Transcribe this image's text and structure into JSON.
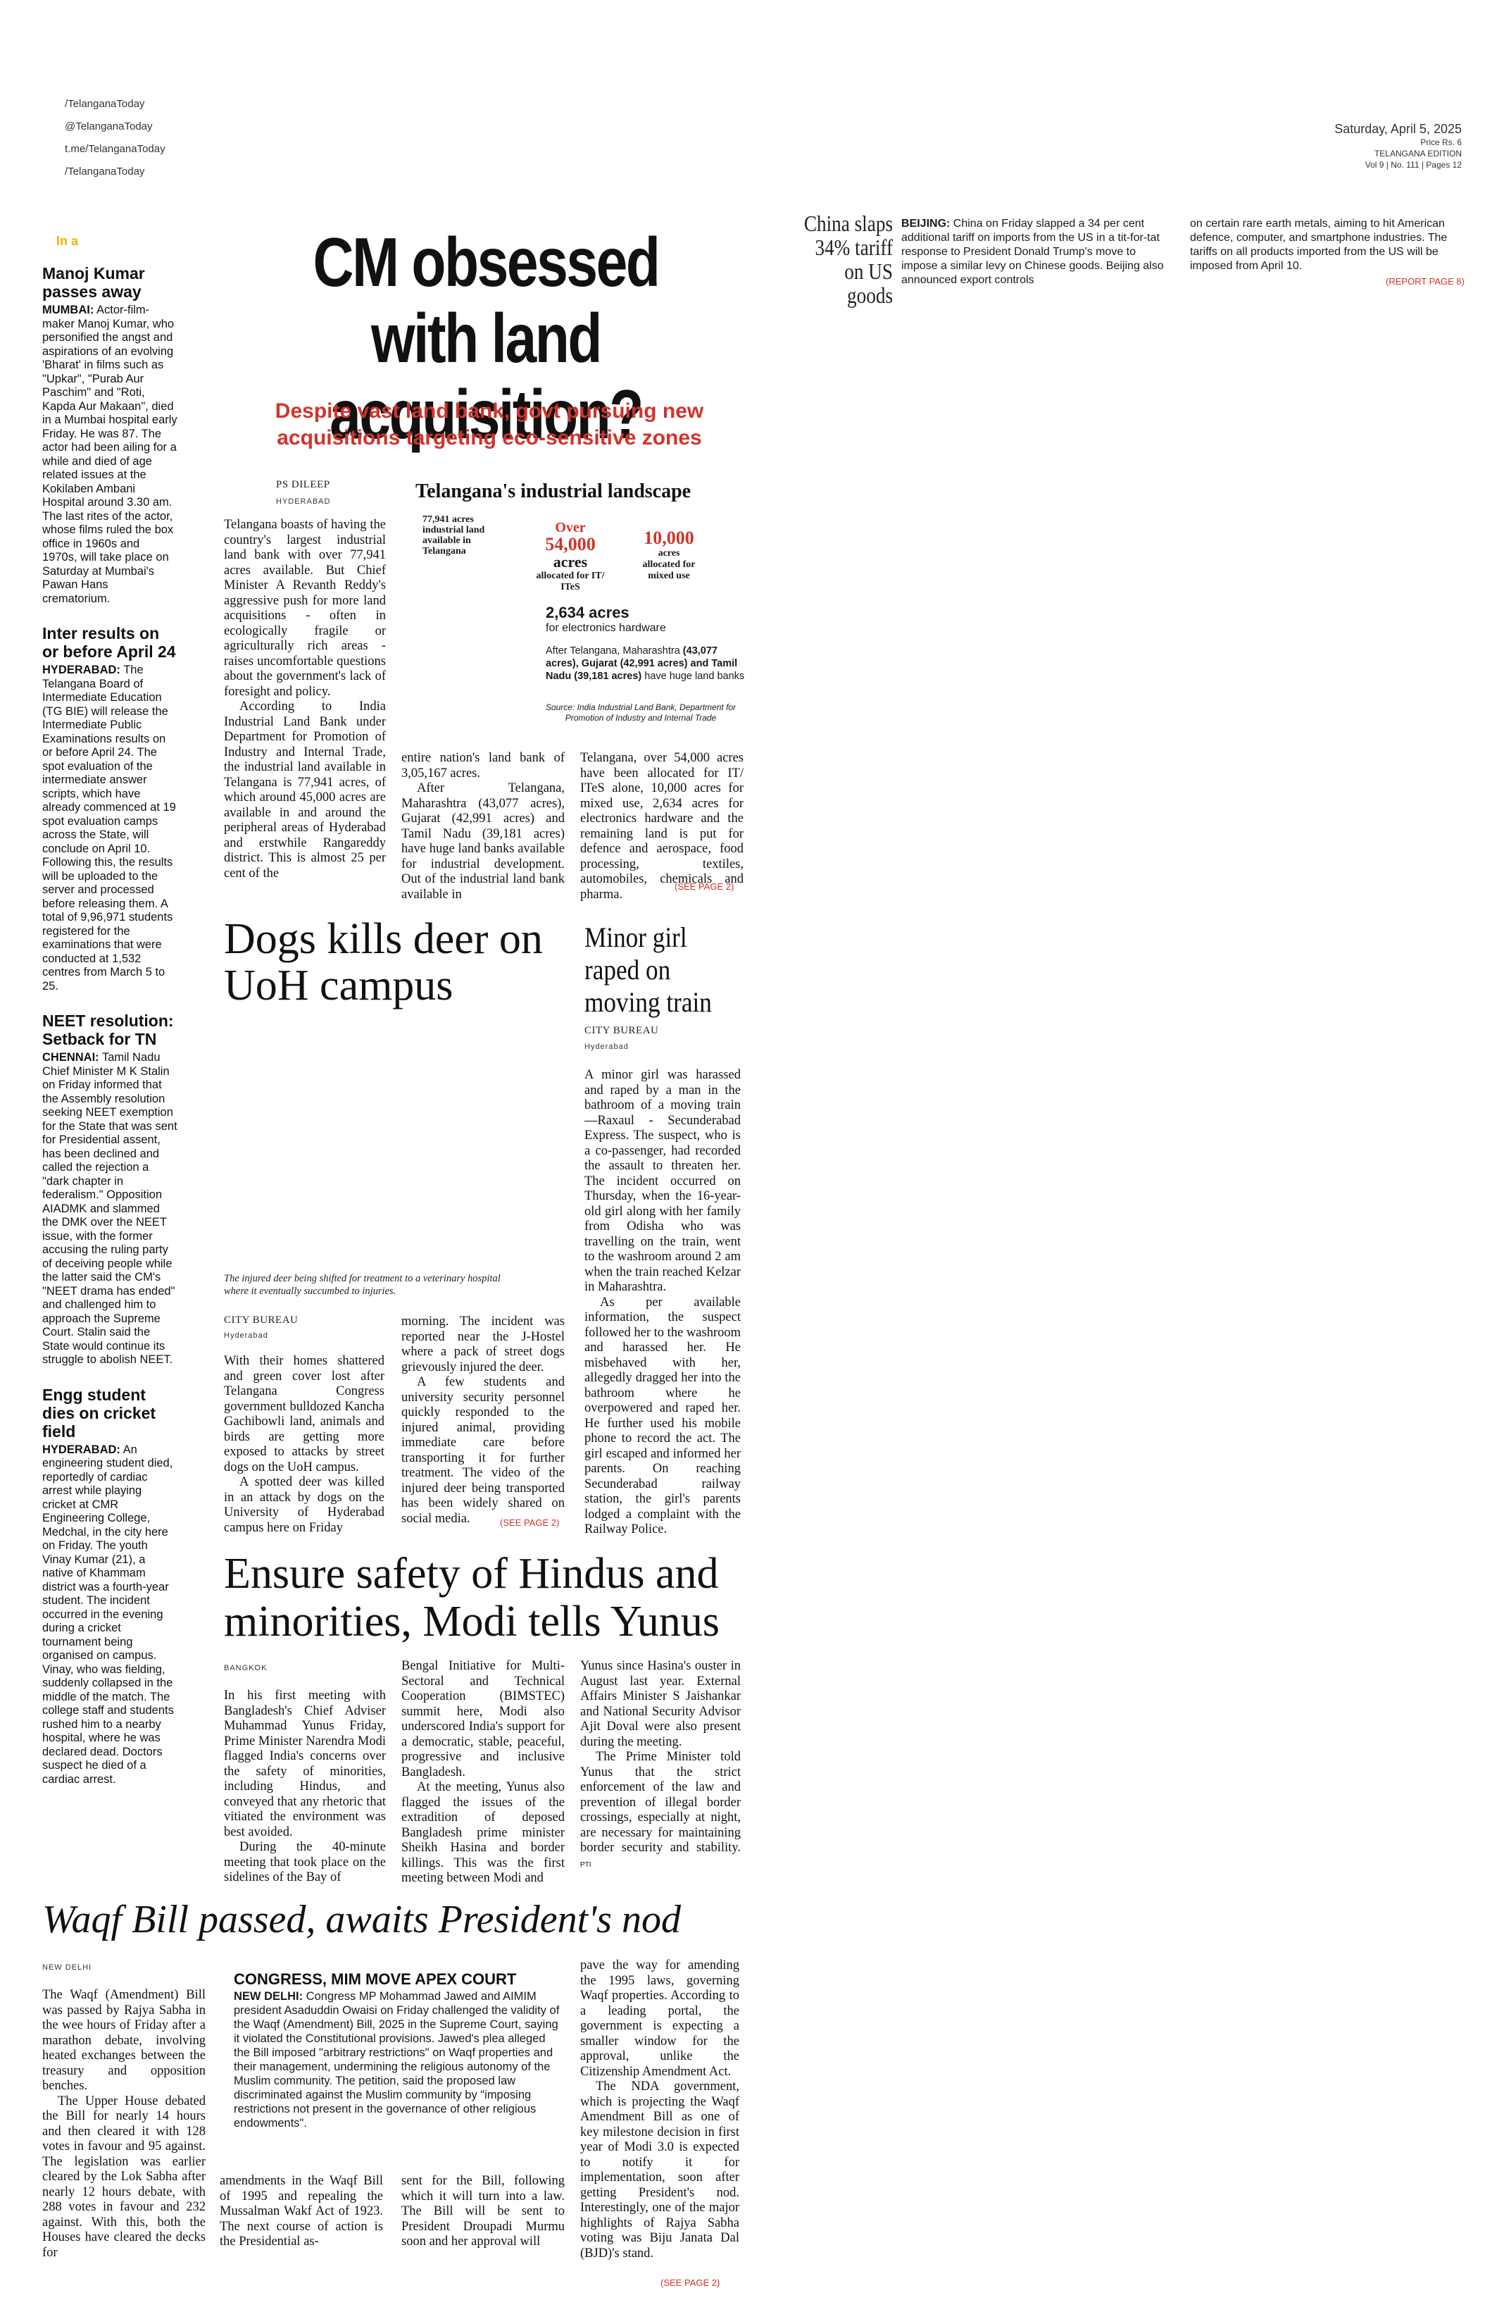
{
  "masthead": {
    "social": [
      "/TelanganaToday",
      "@TelanganaToday",
      "t.me/TelanganaToday",
      "/TelanganaToday"
    ],
    "date": "Saturday, April 5, 2025",
    "price": "Price Rs. 6",
    "edition": "TELANGANA EDITION",
    "vol": "Vol 9 | No. 111 | Pages 12"
  },
  "china": {
    "headline": "China slaps 34% tariff on US goods",
    "col1_lead": "BEIJING:",
    "col1": "China on Friday slapped a 34 per cent additional tariff on imports from the US in a tit-for-tat response to President Donald Trump's move to impose a similar levy on Chinese goods. Beijing also announced export controls",
    "col2": "on certain rare earth metals, aiming to hit American defence, computer, and smartphone industries. The tariffs on all products imported from the US will be imposed from April 10.",
    "see": "(REPORT PAGE 8)"
  },
  "inbrief": {
    "tag": "In a",
    "items": [
      {
        "title": "Manoj Kumar passes away",
        "lead": "MUMBAI:",
        "body": "Actor-film-maker Manoj Kumar, who personified the angst and aspirations of an evolving 'Bharat' in films such as \"Upkar\", \"Purab Aur Paschim\" and \"Roti, Kapda Aur Makaan\", died in a Mumbai hospital early Friday. He was 87. The actor had been ailing for a while and died of age related issues at the Kokilaben Ambani Hospital around 3.30 am. The last rites of the actor, whose films ruled the box office in 1960s and 1970s, will take place on Saturday at Mumbai's Pawan Hans crematorium."
      },
      {
        "title": "Inter results on or before April 24",
        "lead": "HYDERABAD:",
        "body": "The Telangana Board of Intermediate Education (TG BIE) will release the Intermediate Public Examinations results on or before April 24. The spot evaluation of the intermediate answer scripts, which have already commenced at 19 spot evaluation camps across the State, will conclude on April 10. Following this, the results will be uploaded to the server and processed before releasing them. A total of 9,96,971 students registered for the examinations that were conducted at 1,532 centres from March 5 to 25."
      },
      {
        "title": "NEET resolution: Setback for TN",
        "lead": "CHENNAI:",
        "body": "Tamil Nadu Chief Minister M K Stalin on Friday informed that the Assembly resolution seeking NEET exemption for the State that was sent for Presidential assent, has been declined and called the rejection a \"dark chapter in federalism.\" Opposition AIADMK and slammed the DMK over the NEET issue, with the former accusing the ruling party of deceiving people while the latter said the CM's \"NEET drama has ended\" and challenged him to approach the Supreme Court. Stalin said the State would continue its struggle to abolish NEET."
      },
      {
        "title": "Engg student dies on cricket field",
        "lead": "HYDERABAD:",
        "body": "An engineering student died, reportedly of cardiac arrest while playing cricket at CMR Engineering College, Medchal, in the city here on Friday. The youth Vinay Kumar (21), a native of Khammam district was a fourth-year student. The incident occurred in the evening during a cricket tournament being organised on campus. Vinay, who was fielding, suddenly collapsed in the middle of the match. The college staff and students rushed him to a nearby hospital, where he was declared dead. Doctors suspect he died of a cardiac arrest."
      }
    ]
  },
  "lead": {
    "headline": "CM obsessed with land acquisition?",
    "deck": "Despite vast land bank, govt pursuing new acquisitions targeting eco-sensitive zones",
    "byline": "PS DILEEP",
    "dateline": "HYDERABAD",
    "col1": [
      "Telangana boasts of having the country's largest industrial land bank with over 77,941 acres available. But Chief Minister A Revanth Reddy's aggressive push for more land acquisitions - often in ecologically fragile or agriculturally rich areas - raises uncomfortable questions about the government's lack of foresight and policy.",
      "According to India Industrial Land Bank under Department for Promotion of Industry and Internal Trade, the industrial land available in Telangana is 77,941 acres, of which around 45,000 acres are available in and around the peripheral areas of Hyderabad and erstwhile Rangareddy district. This is almost 25 per cent of the"
    ],
    "col2": [
      "entire nation's land bank of 3,05,167 acres.",
      "After Telangana, Maharashtra (43,077 acres), Gujarat (42,991 acres) and Tamil Nadu (39,181 acres) have huge land banks available for industrial development. Out of the industrial land bank available in"
    ],
    "col3": [
      "Telangana, over 54,000 acres have been allocated for IT/ ITeS alone, 10,000 acres for mixed use, 2,634 acres for electronics hardware and the remaining land is put for defence and aerospace, food processing, textiles, automobiles, chemicals and pharma."
    ],
    "see": "(SEE PAGE 2)"
  },
  "infographic": {
    "title": "Telangana's industrial landscape",
    "total": "77,941 acres industrial land available in Telangana",
    "it_over": "Over",
    "it_value": "54,000",
    "it_unit": "acres",
    "it_label": "allocated for IT/ ITeS",
    "mixed_value": "10,000",
    "mixed_unit": "acres",
    "mixed_label": "allocated for mixed use",
    "elec_value": "2,634 acres",
    "elec_label": "for electronics hardware",
    "states_pre": "After Telangana, Maharashtra",
    "states_bold": "(43,077 acres), Gujarat (42,991 acres) and Tamil Nadu (39,181 acres)",
    "states_post": "have huge land banks",
    "source": "Source: India Industrial Land Bank, Department for Promotion of Industry and Internal Trade"
  },
  "dogs": {
    "headline": "Dogs kills deer on UoH campus",
    "caption": "The injured deer being shifted for treatment to a veterinary hospital where it eventually succumbed to injuries.",
    "byline": "CITY BUREAU",
    "dateline": "Hyderabad",
    "col1": [
      "With their homes shattered and green cover lost after Telangana Congress government bulldozed Kancha Gachibowli land, animals and birds are getting more exposed to attacks by street dogs on the UoH campus.",
      "A spotted deer was killed in an attack by dogs on the University of Hyderabad campus here on Friday"
    ],
    "col2": [
      "morning. The incident was reported near the J-Hostel where a pack of street dogs grievously injured the deer.",
      "A few students and university security personnel quickly responded to the injured animal, providing immediate care before transporting it for further treatment. The video of the injured deer being transported has been widely shared on social media."
    ],
    "see": "(SEE PAGE 2)"
  },
  "minor": {
    "headline": "Minor girl raped on moving train",
    "byline": "CITY BUREAU",
    "dateline": "Hyderabad",
    "body": [
      "A minor girl was harassed and raped by a man in the bathroom of a moving train —Raxaul - Secunderabad Express. The suspect, who is a co-passenger, had recorded the assault to threaten her. The incident occurred on Thursday, when the 16-year-old girl along with her family from Odisha who was travelling on the train, went to the washroom around 2 am when the train reached Kelzar in Maharashtra.",
      "As per available information, the suspect followed her to the washroom and harassed her. He misbehaved with her, allegedly dragged her into the bathroom where he overpowered and raped her. He further used his mobile phone to record the act. The girl escaped and informed her parents. On reaching Secunderabad railway station, the girl's parents lodged a complaint with the Railway Police."
    ]
  },
  "modi": {
    "headline": "Ensure safety of Hindus and minorities, Modi tells Yunus",
    "dateline": "BANGKOK",
    "col1": [
      "In his first meeting with Bangladesh's Chief Adviser Muhammad Yunus Friday, Prime Minister Narendra Modi flagged India's concerns over the safety of minorities, including Hindus, and conveyed that any rhetoric that vitiated the environment was best avoided.",
      "During the 40-minute meeting that took place on the sidelines of the Bay of"
    ],
    "col2": [
      "Bengal Initiative for Multi-Sectoral and Technical Cooperation (BIMSTEC) summit here, Modi also underscored India's support for a democratic, stable, peaceful, progressive and inclusive Bangladesh.",
      "At the meeting, Yunus also flagged the issues of the extradition of deposed Bangladesh prime minister Sheikh Hasina and border killings. This was the first meeting between Modi and"
    ],
    "col3": [
      "Yunus since Hasina's ouster in August last year. External Affairs Minister S Jaishankar and National Security Advisor Ajit Doval were also present during the meeting.",
      "The Prime Minister told Yunus that the strict enforcement of the law and prevention of illegal border crossings, especially at night, are necessary for maintaining border security and stability."
    ],
    "credit": "PTI"
  },
  "waqf": {
    "headline": "Waqf Bill passed, awaits President's nod",
    "dateline": "NEW DELHI",
    "col1": [
      "The Waqf (Amendment) Bill was passed by Rajya Sabha in the wee hours of Friday after a marathon debate, involving heated exchanges between the treasury and opposition benches.",
      "The Upper House debated the Bill for nearly 14 hours and then cleared it with 128 votes in favour and 95 against. The legislation was earlier cleared by the Lok Sabha after nearly 12 hours debate, with 288 votes in favour and 232 against. With this, both the Houses have cleared the decks for"
    ],
    "box_title": "CONGRESS, MIM MOVE APEX COURT",
    "box_lead": "NEW DELHI:",
    "box_body": "Congress MP Mohammad Jawed and AIMIM president Asaduddin Owaisi on Friday challenged the validity of the Waqf (Amendment) Bill, 2025 in the Supreme Court, saying it violated the Constitutional provisions. Jawed's plea alleged the Bill imposed \"arbitrary restrictions\" on Waqf properties and their management, undermining the religious autonomy of the Muslim community. The petition, said the proposed law discriminated against the Muslim community by \"imposing restrictions not present in the governance of other religious endowments\".",
    "col2": "amendments in the Waqf Bill of 1995 and repealing the Mussalman Wakf Act of 1923. The next course of action is the Presidential as-",
    "col3": "sent for the Bill, following which it will turn into a law. The Bill will be sent to President Droupadi Murmu soon and her approval will",
    "col4": [
      "pave the way for amending the 1995 laws, governing Waqf properties. According to a leading portal, the government is expecting a smaller window for the approval, unlike the Citizenship Amendment Act.",
      "The NDA government, which is projecting the Waqf Amendment Bill as one of key milestone decision in first year of Modi 3.0 is expected to notify it for implementation, soon after getting President's nod. Interestingly, one of the major highlights of Rajya Sabha voting was Biju Janata Dal (BJD)'s stand."
    ],
    "see": "(SEE PAGE 2)"
  },
  "colors": {
    "accent_red": "#d0342c",
    "inbrief_yellow": "#f0b400"
  }
}
